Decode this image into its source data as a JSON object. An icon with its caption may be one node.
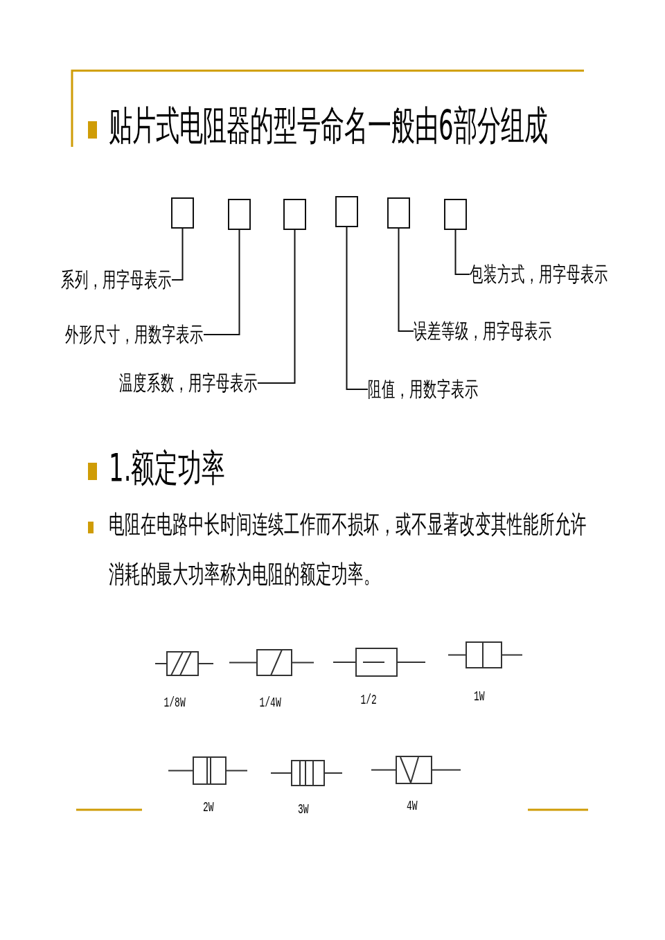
{
  "diagram": {
    "title": "贴片式电阻器的型号命名一般由6部分组成",
    "nodes": [
      {
        "text": [],
        "shape": "box"
      },
      {
        "text": [],
        "shape": "box"
      },
      {
        "text": [],
        "shape": "box"
      },
      {
        "text": [],
        "shape": "box"
      },
      {
        "text": [],
        "shape": "box"
      },
      {
        "text": [],
        "shape": "box"
      },
      {
        "text": [
          "包装方式，用字母表示"
        ]
      },
      {
        "text": [
          "系列，用字母表示"
        ]
      },
      {
        "text": [
          "误差等级，用字母表示"
        ]
      },
      {
        "text": [
          "外形尺寸，用数字表示"
        ]
      },
      {
        "text": [
          "温度系数，用字母表示"
        ]
      },
      {
        "text": [
          "阻值，用数字表示"
        ]
      }
    ],
    "edges": [
      {
        "from": 7,
        "to": 0,
        "arrow": "none"
      },
      {
        "from": 9,
        "to": 1,
        "arrow": "none"
      },
      {
        "from": 10,
        "to": 2,
        "arrow": "none"
      },
      {
        "from": 11,
        "to": 3,
        "arrow": "none"
      },
      {
        "from": 8,
        "to": 4,
        "arrow": "none"
      },
      {
        "from": 6,
        "to": 5,
        "arrow": "none"
      }
    ],
    "labels": [
      "1.额定功率",
      "电阻在电路中长时间连续工作而不损坏，或不显著改变其性能所允许消耗的最大功率称为电阻的额定功率。",
      "1/8W",
      "1/4W",
      "1/2",
      "1W",
      "2W",
      "3W",
      "4W"
    ]
  }
}
